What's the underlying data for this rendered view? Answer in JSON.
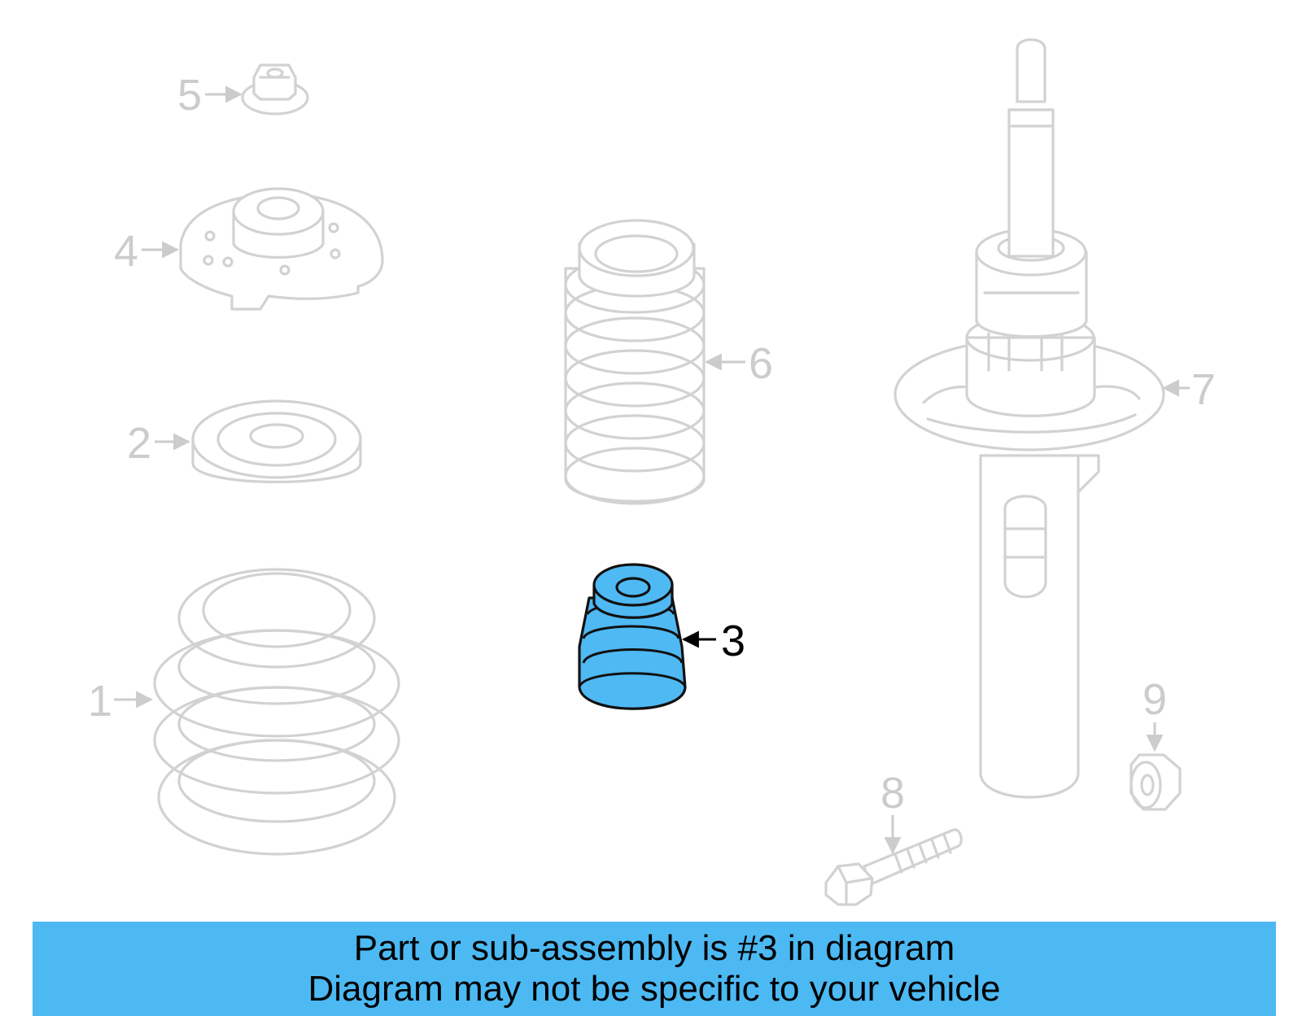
{
  "callouts": {
    "n1": "1",
    "n2": "2",
    "n3": "3",
    "n4": "4",
    "n5": "5",
    "n6": "6",
    "n7": "7",
    "n8": "8",
    "n9": "9"
  },
  "highlighted_part": "3",
  "colors": {
    "highlight_fill": "#4fb9f4",
    "banner_bg": "#4cb9f3",
    "ghost_stroke": "#d2d2d2"
  },
  "banner": {
    "line1": "Part or sub-assembly is #3 in diagram",
    "line2": "Diagram may not be specific to your vehicle"
  }
}
